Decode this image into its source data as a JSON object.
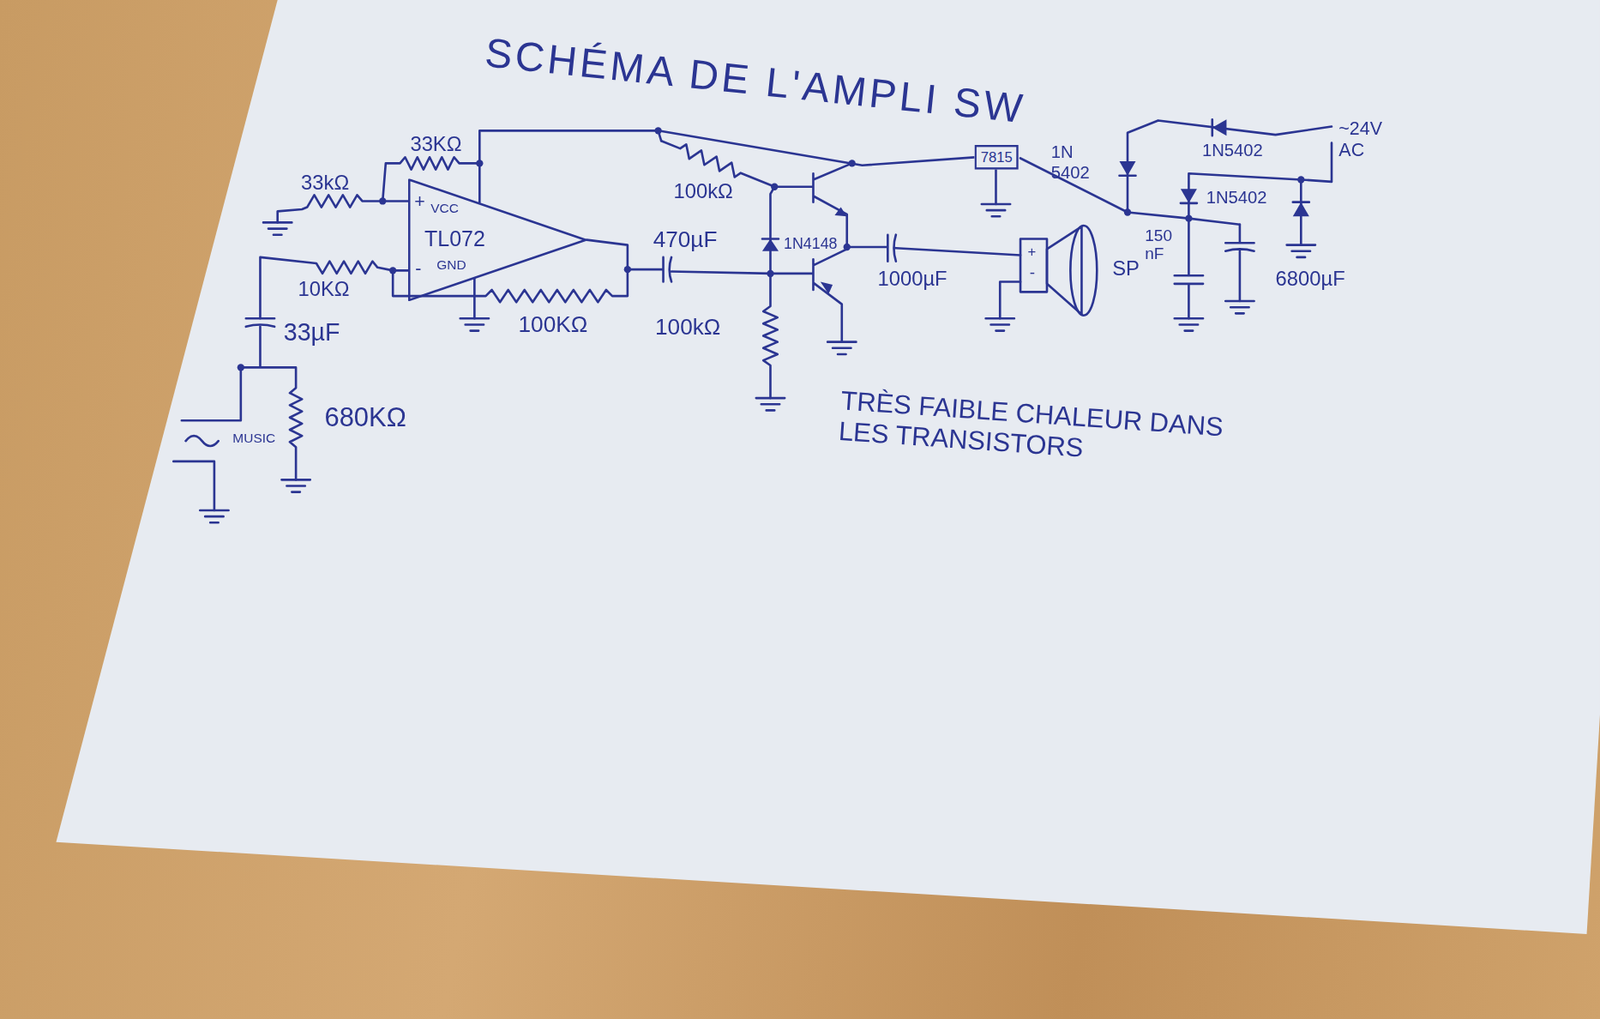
{
  "diagram": {
    "title": "SCHÉMA DE L'AMPLI SW",
    "nodes": [
      {
        "text": [
          "+",
          "VCC",
          "TL072",
          "-",
          "GND"
        ]
      },
      {
        "text": [
          "7815"
        ]
      }
    ],
    "edges": [
      {
        "from": 0,
        "to": 1,
        "arrow": "none"
      }
    ],
    "labels": [
      "33KΩ",
      "33kΩ",
      "10KΩ",
      "33µF",
      "680KΩ",
      "MUSIC",
      "100KΩ",
      "470µF",
      "100kΩ",
      "1N4148",
      "100kΩ",
      "1000µF",
      "+",
      "-",
      "SP",
      "1N 5402",
      "1N5402",
      "1N5402",
      "~24V AC",
      "150 nF",
      "6800µF",
      "TRÈS FAIBLE CHALEUR DANS LES TRANSISTORS"
    ]
  }
}
